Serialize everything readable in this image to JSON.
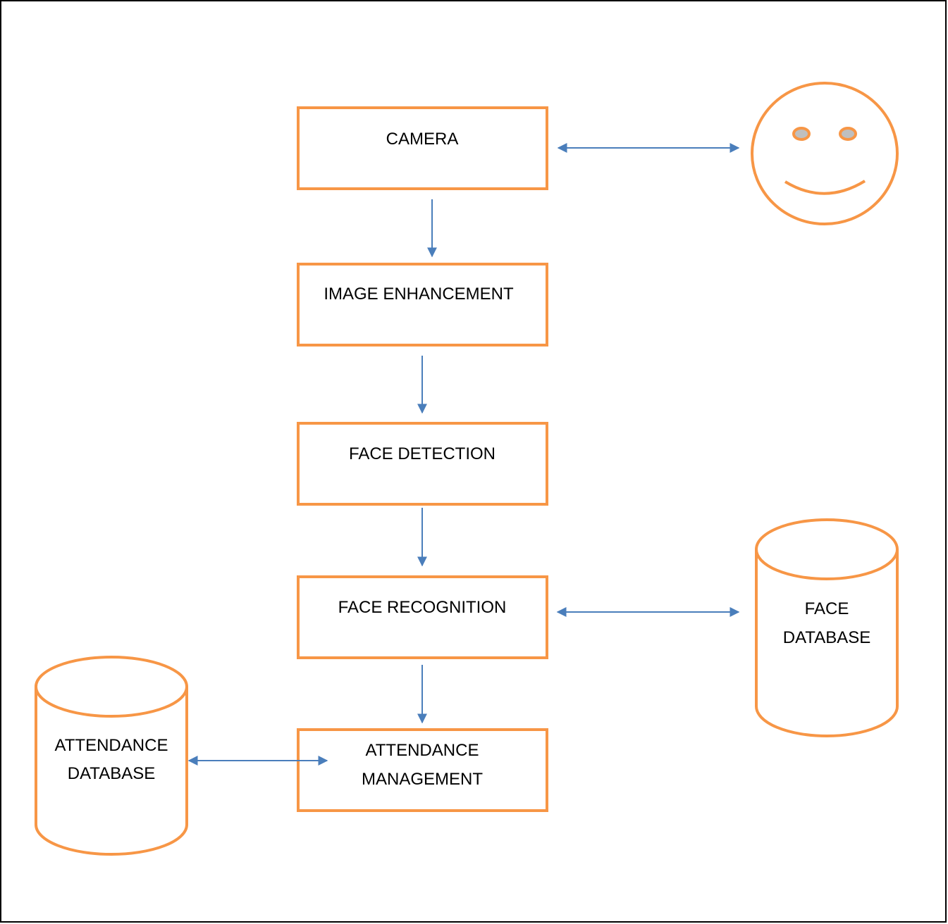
{
  "colors": {
    "shape_stroke": "#F79646",
    "arrow": "#4A7EBB",
    "eye_fill": "#BFBFBF",
    "border": "#000000",
    "background": "#FFFFFF"
  },
  "nodes": {
    "camera": {
      "label": "CAMERA"
    },
    "image_enhancement": {
      "label": "IMAGE ENHANCEMENT"
    },
    "face_detection": {
      "label": "FACE DETECTION"
    },
    "face_recognition": {
      "label": "FACE RECOGNITION"
    },
    "attendance_management": {
      "line1": "ATTENDANCE",
      "line2": "MANAGEMENT"
    },
    "face_database": {
      "line1": "FACE",
      "line2": "DATABASE"
    },
    "attendance_database": {
      "line1": "ATTENDANCE",
      "line2": "DATABASE"
    },
    "person": {
      "icon": "smiley-face-icon"
    }
  },
  "edges": [
    {
      "from": "camera",
      "to": "person",
      "direction": "both"
    },
    {
      "from": "camera",
      "to": "image_enhancement",
      "direction": "forward"
    },
    {
      "from": "image_enhancement",
      "to": "face_detection",
      "direction": "forward"
    },
    {
      "from": "face_detection",
      "to": "face_recognition",
      "direction": "forward"
    },
    {
      "from": "face_recognition",
      "to": "face_database",
      "direction": "both"
    },
    {
      "from": "face_recognition",
      "to": "attendance_management",
      "direction": "forward"
    },
    {
      "from": "attendance_database",
      "to": "attendance_management",
      "direction": "both"
    }
  ]
}
